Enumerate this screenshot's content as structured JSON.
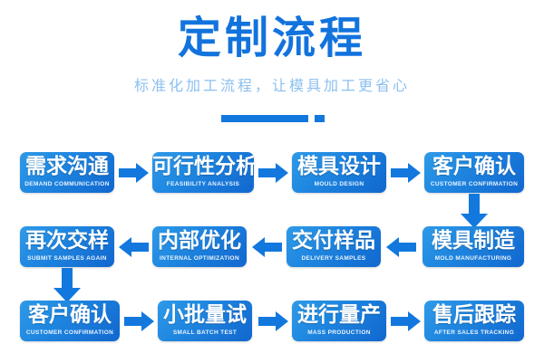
{
  "header": {
    "title": "定制流程",
    "subtitle": "标准化加工流程，让模具加工更省心",
    "accent_color": "#1278de",
    "subtitle_color": "#8cc0ef"
  },
  "flow": {
    "node_gradient_from": "#2f9ae8",
    "node_gradient_to": "#1167cf",
    "arrow_color": "#1278de",
    "rows": [
      {
        "direction": "right",
        "nodes": [
          {
            "cn": "需求沟通",
            "en": "DEMAND COMMUNICATION"
          },
          {
            "cn": "可行性分析",
            "en": "FEASIBILITY ANALYSIS"
          },
          {
            "cn": "模具设计",
            "en": "MOULD DESIGN"
          },
          {
            "cn": "客户确认",
            "en": "CUSTOMER CONFIRMATION"
          }
        ]
      },
      {
        "direction": "left",
        "nodes": [
          {
            "cn": "再次交样",
            "en": "SUBMIT SAMPLES AGAIN"
          },
          {
            "cn": "内部优化",
            "en": "INTERNAL OPTIMIZATION"
          },
          {
            "cn": "交付样品",
            "en": "DELIVERY SAMPLES"
          },
          {
            "cn": "模具制造",
            "en": "MOLD MANUFACTURING"
          }
        ]
      },
      {
        "direction": "right",
        "nodes": [
          {
            "cn": "客户确认",
            "en": "CUSTOMER CONFIRMATION"
          },
          {
            "cn": "小批量试",
            "en": "SMALL BATCH TEST"
          },
          {
            "cn": "进行量产",
            "en": "MASS PRODUCTION"
          },
          {
            "cn": "售后跟踪",
            "en": "AFTER SALES TRACKING"
          }
        ]
      }
    ],
    "connectors": [
      {
        "name": "row1-to-row2-down",
        "direction": "down",
        "column": 4
      },
      {
        "name": "row2-to-row3-down",
        "direction": "down",
        "column": 1
      }
    ]
  }
}
